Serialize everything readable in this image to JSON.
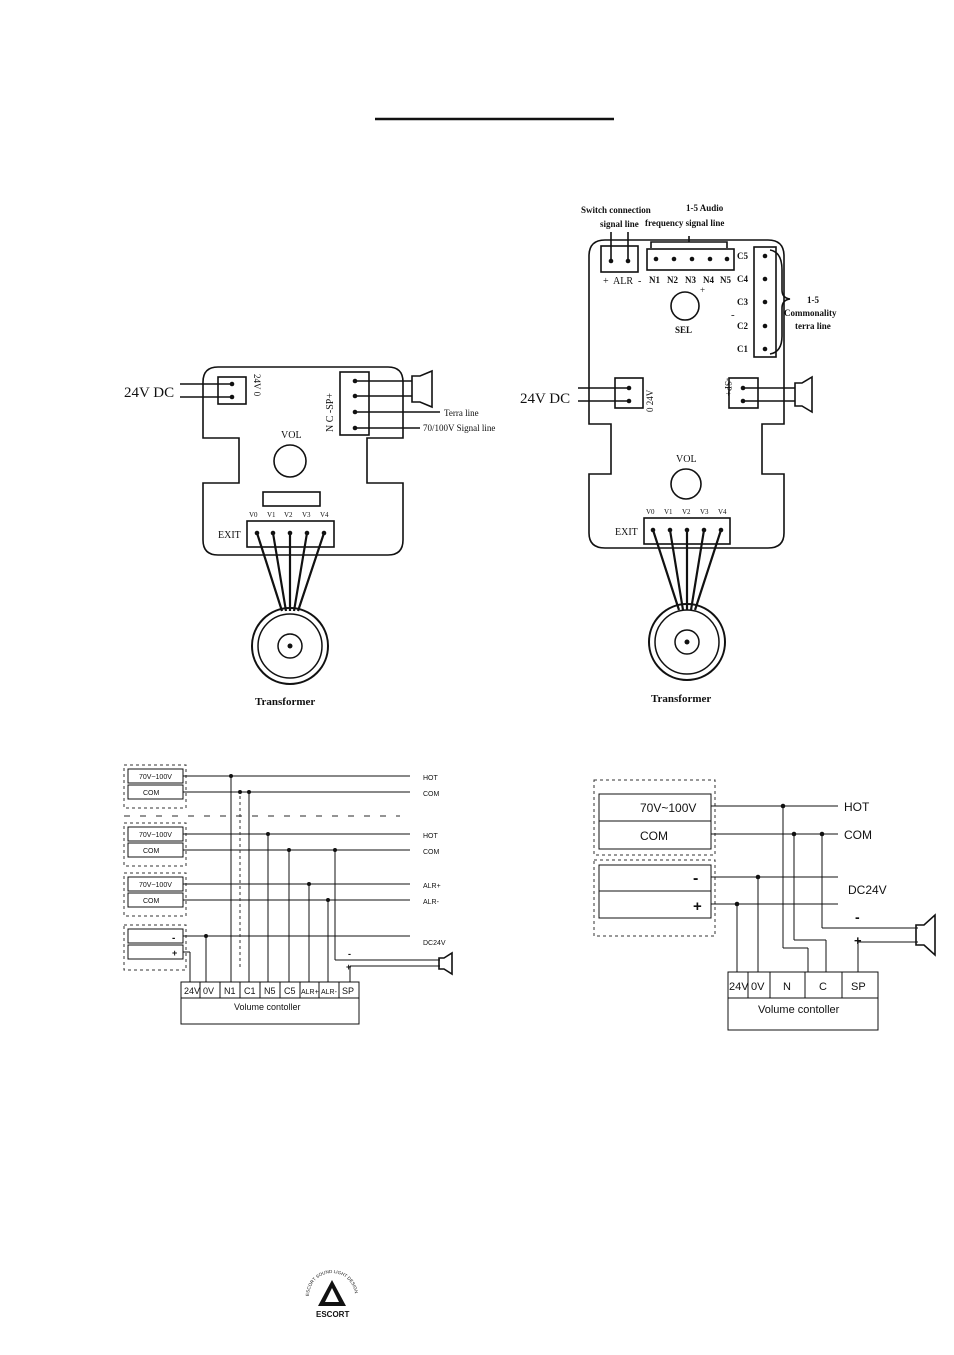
{
  "board_a": {
    "power_label": "24V DC",
    "connector_pins": "24V 0",
    "output_pins": "N C -SP+",
    "terra_line": "Terra line",
    "signal_line": "70/100V Signal line",
    "vol_label": "VOL",
    "exit_label": "EXIT",
    "tap_labels": [
      "V0",
      "V1",
      "V2",
      "V3",
      "V4"
    ],
    "transformer_label": "Transformer"
  },
  "board_b": {
    "switch_header_1": "Switch connection",
    "switch_header_2": "signal line",
    "audio_header_1": "1-5 Audio",
    "audio_header_2": "frequency signal line",
    "alr_plus": "+",
    "alr_label": "ALR",
    "alr_minus": "-",
    "n_labels": [
      "N1",
      "N2",
      "N3",
      "N4",
      "N5"
    ],
    "plus_sign": "+",
    "minus_sign": "-",
    "c_labels": [
      "C5",
      "C4",
      "C3",
      "C2",
      "C1"
    ],
    "common_1": "1-5",
    "common_2": "Commonality",
    "common_3": "terra line",
    "sel_label": "SEL",
    "power_label": "24V DC",
    "connector_pins": "0 24V",
    "sp_pins": "-SP+",
    "vol_label": "VOL",
    "exit_label": "EXIT",
    "tap_labels": [
      "V0",
      "V1",
      "V2",
      "V3",
      "V4"
    ],
    "transformer_label": "Transformer"
  },
  "wiring_a": {
    "source_groups": [
      {
        "line1": "70V~100V",
        "line2": "COM"
      },
      {
        "line1": "70V~100V",
        "line2": "COM"
      },
      {
        "line1": "70V~100V",
        "line2": "COM"
      }
    ],
    "dc_minus": "-",
    "dc_plus": "+",
    "bus_labels": [
      "HOT",
      "COM",
      "HOT",
      "COM",
      "ALR+",
      "ALR-",
      "DC24V"
    ],
    "sp_minus": "-",
    "sp_plus": "+",
    "terminals": [
      "24V",
      "0V",
      "N1",
      "C1",
      "N5",
      "C5",
      "ALR+",
      "ALR-",
      "SP"
    ],
    "controller_label": "Volume contoller"
  },
  "wiring_b": {
    "source_line1": "70V~100V",
    "source_line2": "COM",
    "dc_minus": "-",
    "dc_plus": "+",
    "bus_labels": [
      "HOT",
      "COM",
      "DC24V"
    ],
    "sp_minus": "-",
    "sp_plus": "+",
    "terminals": [
      "24V",
      "0V",
      "N",
      "C",
      "SP"
    ],
    "controller_label": "Volume contoller"
  },
  "logo": {
    "ring_text": "ESCORT SOUND LIGHT DESIGN",
    "name": "ESCORT"
  }
}
